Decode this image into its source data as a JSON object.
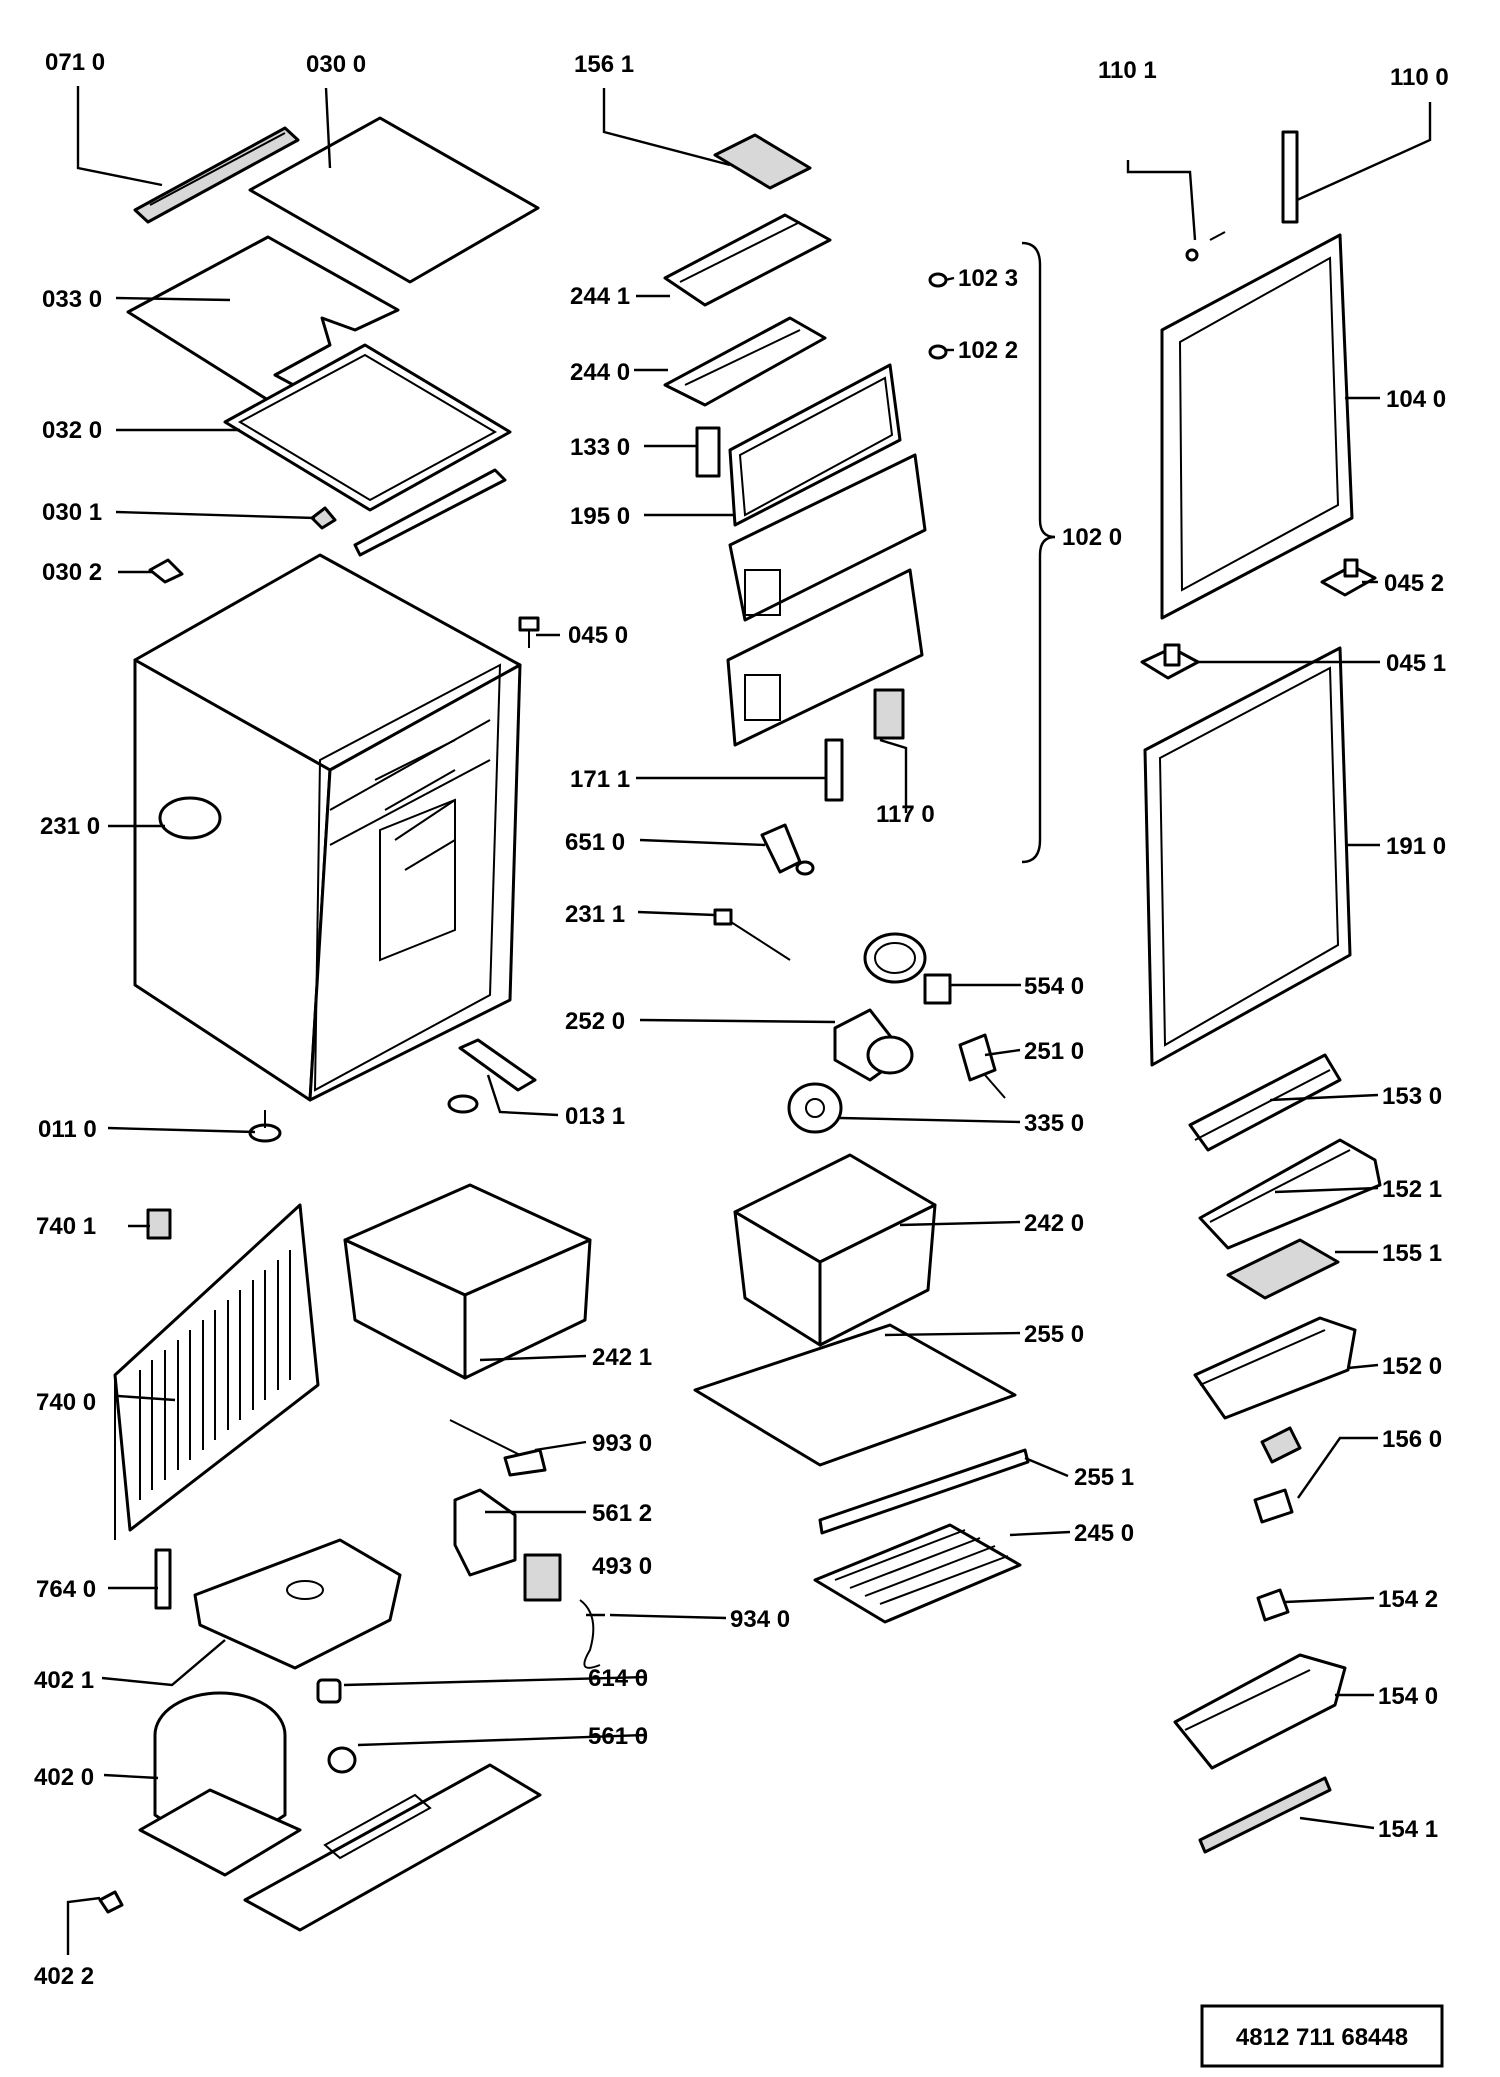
{
  "labels": {
    "l0710": "071 0",
    "l0300": "030 0",
    "l0330": "033 0",
    "l0320": "032 0",
    "l0301": "030 1",
    "l0302": "030 2",
    "l2310": "231 0",
    "l0110": "011 0",
    "l7401": "740 1",
    "l7400": "740 0",
    "l7640": "764 0",
    "l4021": "402 1",
    "l4020": "402 0",
    "l4022": "402 2",
    "l1561": "156 1",
    "l2441": "244 1",
    "l2440": "244 0",
    "l1330": "133 0",
    "l1950": "195 0",
    "l0450": "045 0",
    "l1711": "171 1",
    "l6510": "651 0",
    "l2311": "231 1",
    "l2520": "252 0",
    "l0131": "013 1",
    "l2421": "242 1",
    "l9930": "993 0",
    "l5612": "561 2",
    "l4930": "493 0",
    "l9340": "934 0",
    "l6140": "614 0",
    "l5610": "561 0",
    "l1023": "102 3",
    "l1022": "102 2",
    "l1020": "102 0",
    "l1170": "117 0",
    "l5540": "554 0",
    "l2510": "251 0",
    "l3350": "335 0",
    "l2420": "242 0",
    "l2550": "255 0",
    "l2551": "255 1",
    "l2450": "245 0",
    "l1101": "110 1",
    "l1100": "110 0",
    "l1040": "104 0",
    "l0452": "045 2",
    "l0451": "045 1",
    "l1910": "191 0",
    "l1530": "153 0",
    "l1521": "152 1",
    "l1551": "155 1",
    "l1520": "152 0",
    "l1560": "156 0",
    "l1542": "154 2",
    "l1540": "154 0",
    "l1541": "154 1"
  },
  "document_code": "4812  711 68448"
}
